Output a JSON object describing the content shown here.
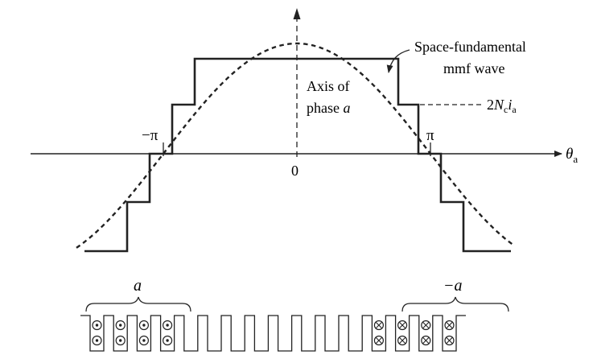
{
  "labels": {
    "fundamental_line1": "Space-fundamental",
    "fundamental_line2": "mmf wave",
    "axis_line1": "Axis of",
    "axis_line2_prefix": "phase ",
    "axis_line2_var": "a",
    "amplitude_coef": "2",
    "amplitude_N": "N",
    "amplitude_N_sub": "c",
    "amplitude_i": "i",
    "amplitude_i_sub": "a",
    "neg_pi": "−π",
    "pos_pi": "π",
    "origin": "0",
    "theta": "θ",
    "theta_sub": "a",
    "phase_a": "a",
    "phase_neg_a": "−a"
  },
  "winding": {
    "left_group_symbol": "dot",
    "right_group_symbol": "cross",
    "slots_per_group": 4,
    "empty_slots": 8
  },
  "colors": {
    "stroke": "#222222",
    "background": "#ffffff"
  }
}
